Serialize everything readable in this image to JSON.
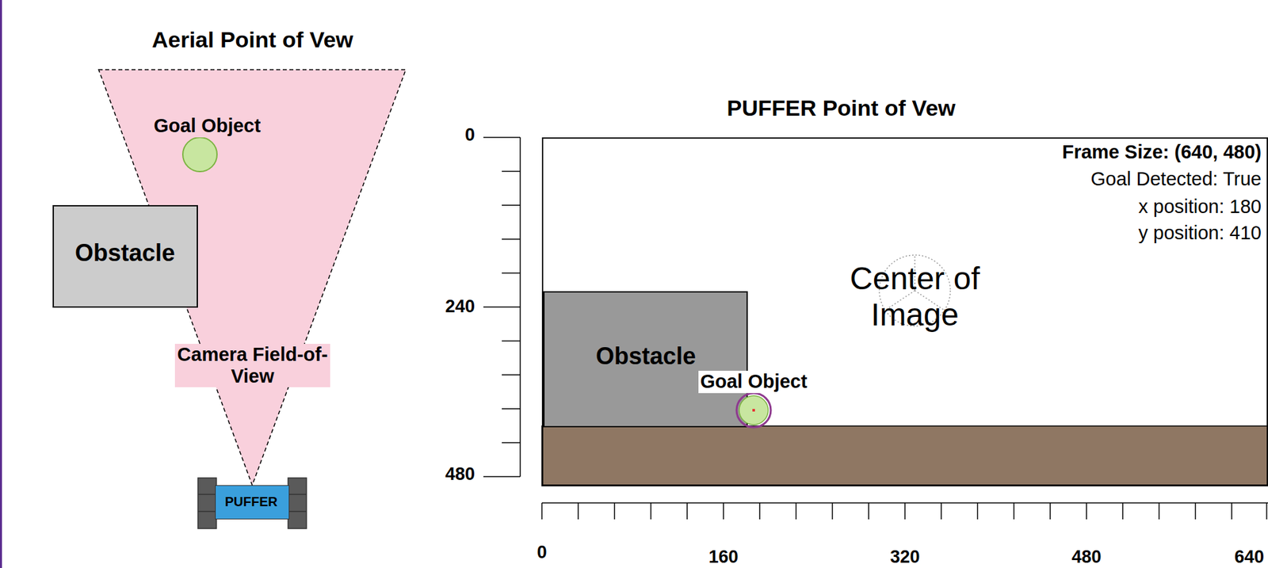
{
  "diagram": {
    "nodes": [
      {
        "text": [
          "Camera Field-of-View"
        ]
      },
      {
        "text": [
          "Goal Object"
        ],
        "in": 0
      },
      {
        "text": [
          "Obstacle"
        ]
      },
      {
        "text": [
          "PUFFER"
        ]
      },
      {
        "text": [
          "Frame Size: (640, 480)",
          "Goal Detected: True",
          "x position: 180",
          "y position: 410"
        ]
      },
      {
        "text": [
          "Center of Image"
        ],
        "in": 4
      },
      {
        "text": [
          "Obstacle"
        ],
        "in": 4
      },
      {
        "text": [
          "Goal Object"
        ],
        "in": 4
      }
    ],
    "labels": [
      "Aerial Point of Vew",
      "PUFFER Point of Vew",
      "0",
      "240",
      "480",
      "0",
      "160",
      "320",
      "480",
      "640"
    ]
  }
}
